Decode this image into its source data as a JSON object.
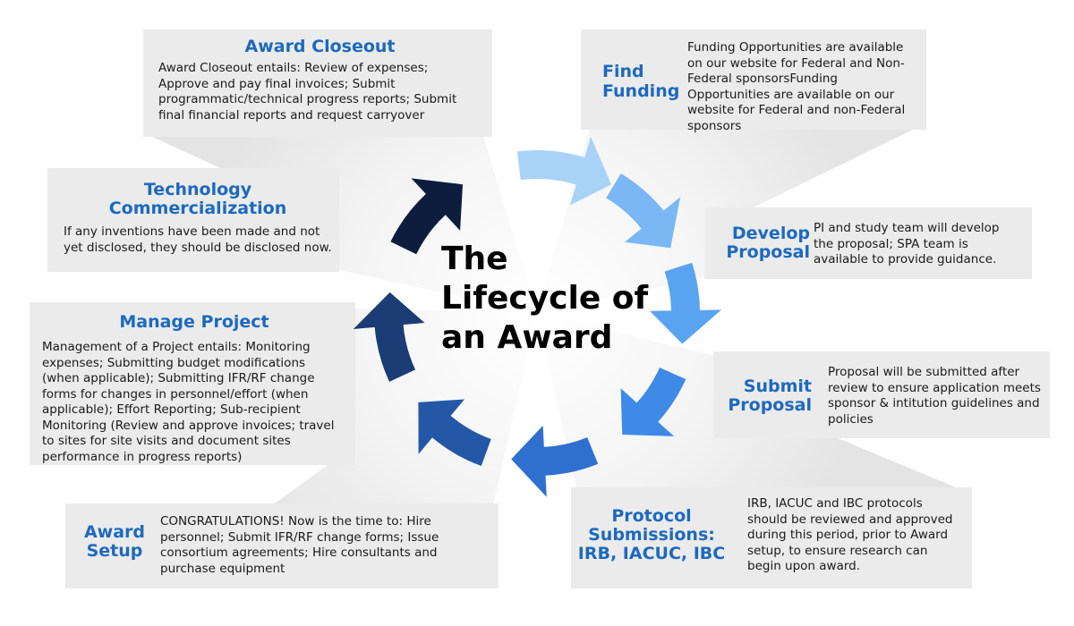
{
  "center_title": "The Lifecycle of an Award",
  "colors": {
    "title": "#1d69bf",
    "box_background": "#ebebeb",
    "arrow_gradient": [
      "#a9d2f7",
      "#7ab7f4",
      "#5aa3f0",
      "#3e8ae6",
      "#2f70cf",
      "#2457a6",
      "#1b3c74",
      "#0e1d3e",
      "#000000"
    ]
  },
  "steps": {
    "award_closeout": {
      "title": "Award Closeout",
      "description": "Award Closeout entails: Review of expenses; Approve and pay final invoices; Submit programmatic/technical progress reports; Submit final financial reports and request carryover"
    },
    "find_funding": {
      "title": "Find Funding",
      "description": "Funding Opportunities are available on our website for Federal and Non-Federal sponsorsFunding Opportunities are available on our website for Federal and non-Federal sponsors"
    },
    "technology_commercialization": {
      "title": "Technology Commercialization",
      "description": "If any inventions have been made and not yet disclosed, they should be disclosed now."
    },
    "develop_proposal": {
      "title": "Develop Proposal",
      "description": "PI and study team will develop the proposal; SPA team is available to provide guidance."
    },
    "manage_project": {
      "title": "Manage Project",
      "description": "Management of a Project entails: Monitoring expenses; Submitting budget modifications (when applicable); Submitting IFR/RF change forms for changes in personnel/effort (when applicable); Effort Reporting; Sub-recipient Monitoring (Review and approve invoices; travel to sites for site visits and document sites performance in progress reports)"
    },
    "submit_proposal": {
      "title": "Submit Proposal",
      "description": "Proposal will be submitted after review to ensure application meets sponsor & intitution guidelines and policies"
    },
    "award_setup": {
      "title": "Award Setup",
      "description": "CONGRATULATIONS! Now is the time to: Hire personnel; Submit IFR/RF change forms; Issue consortium agreements; Hire consultants and purchase equipment"
    },
    "protocol_submissions": {
      "title": "Protocol Submissions: IRB, IACUC, IBC",
      "description": "IRB, IACUC and IBC protocols should be reviewed and approved during this period, prior to Award setup, to ensure research can begin upon award."
    }
  }
}
